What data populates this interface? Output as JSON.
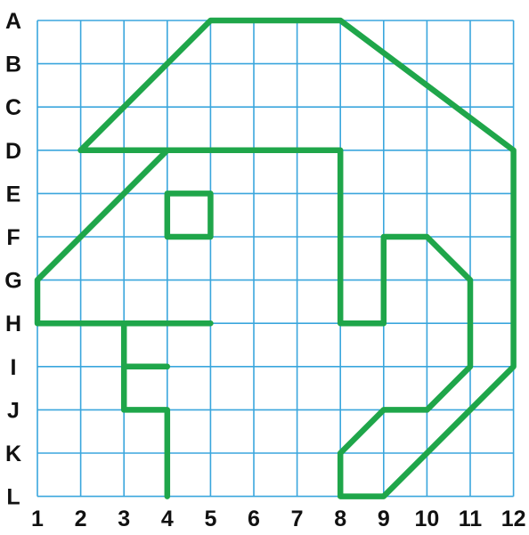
{
  "figure": {
    "row_labels": [
      "A",
      "B",
      "C",
      "D",
      "E",
      "F",
      "G",
      "H",
      "I",
      "J",
      "K",
      "L"
    ],
    "column_labels": [
      "1",
      "2",
      "3",
      "4",
      "5",
      "6",
      "7",
      "8",
      "9",
      "10",
      "11",
      "12"
    ],
    "colors": {
      "grid": "#3aa6dd",
      "line": "#1fa64a",
      "label": "#111111",
      "background": "#ffffff"
    },
    "paths": [
      {
        "name": "roof-outline",
        "points": [
          [
            "D",
            2
          ],
          [
            "A",
            5
          ],
          [
            "A",
            8
          ],
          [
            "D",
            12
          ],
          [
            "I",
            12
          ],
          [
            "L",
            9
          ],
          [
            "L",
            8
          ],
          [
            "K",
            8
          ],
          [
            "J",
            9
          ],
          [
            "J",
            10
          ],
          [
            "I",
            11
          ],
          [
            "G",
            11
          ],
          [
            "F",
            10
          ],
          [
            "F",
            9
          ],
          [
            "H",
            9
          ],
          [
            "H",
            8
          ],
          [
            "D",
            8
          ],
          [
            "D",
            4
          ],
          [
            "G",
            1
          ],
          [
            "H",
            1
          ],
          [
            "H",
            5
          ]
        ],
        "closed": false
      },
      {
        "name": "roof-eave",
        "points": [
          [
            "D",
            2
          ],
          [
            "D",
            4
          ]
        ],
        "closed": false
      },
      {
        "name": "window-square",
        "points": [
          [
            "E",
            4
          ],
          [
            "E",
            5
          ],
          [
            "F",
            5
          ],
          [
            "F",
            4
          ]
        ],
        "closed": true
      },
      {
        "name": "chin-line",
        "points": [
          [
            "H",
            3
          ],
          [
            "J",
            3
          ],
          [
            "J",
            4
          ],
          [
            "L",
            4
          ]
        ],
        "closed": false
      },
      {
        "name": "chin-tick",
        "points": [
          [
            "I",
            3
          ],
          [
            "I",
            4
          ]
        ],
        "closed": false
      }
    ]
  }
}
